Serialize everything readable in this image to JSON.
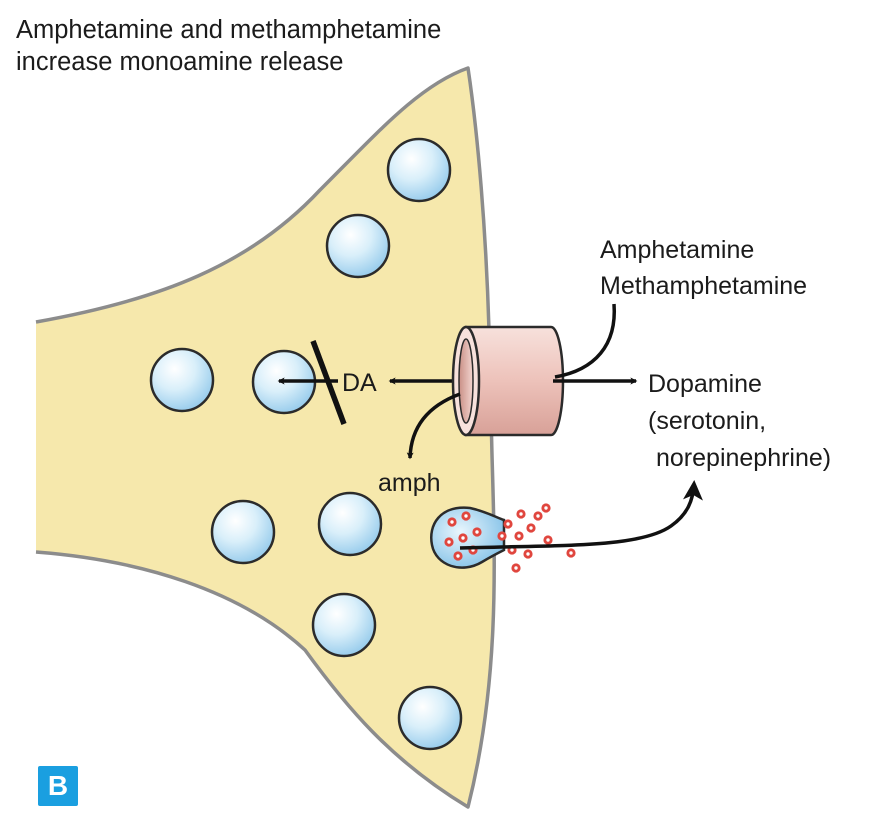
{
  "figure": {
    "title_line1": "Amphetamine and methamphetamine",
    "title_line2": "increase monoamine release",
    "panel_letter": "B"
  },
  "labels": {
    "drug_line1": "Amphetamine",
    "drug_line2": "Methamphetamine",
    "da": "DA",
    "amph": "amph",
    "released_line1": "Dopamine",
    "released_line2": "(serotonin,",
    "released_line3": "norepinephrine)"
  },
  "colors": {
    "terminal_fill": "#f6e8ac",
    "terminal_outline": "#8c8c8c",
    "vesicle_fill": "#cde9f8",
    "transporter_fill": "#f2ccc6",
    "neurotransmitter": "#e0463e",
    "badge": "#1a9fe0"
  }
}
